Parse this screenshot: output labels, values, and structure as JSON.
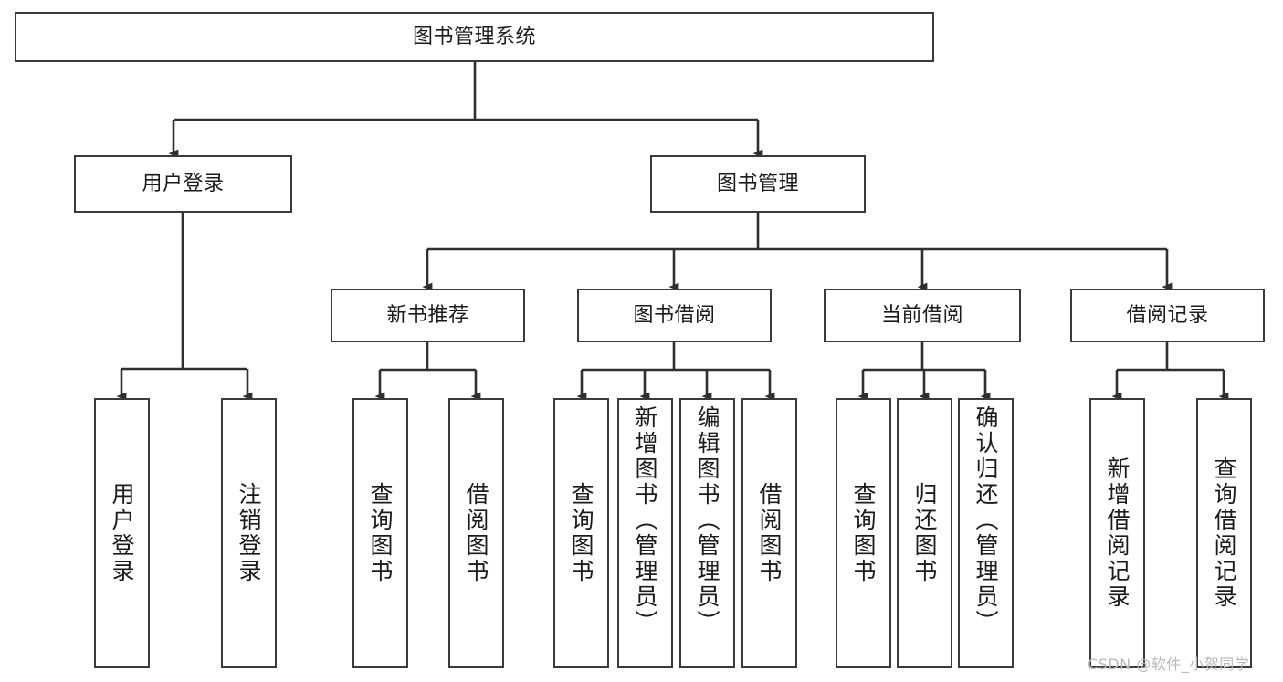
{
  "diagram": {
    "title": "图书管理系统",
    "type": "tree-hierarchy-chart",
    "line_color": "#3a3a3a",
    "box_fill": "#ffffff",
    "text_color": "#1b1b1b",
    "watermark": "CSDN @软件_小贺同学",
    "nodes": {
      "root": {
        "label": "图书管理系统"
      },
      "level2": [
        {
          "label": "用户登录"
        },
        {
          "label": "图书管理"
        }
      ],
      "level3": [
        {
          "label": "新书推荐"
        },
        {
          "label": "图书借阅"
        },
        {
          "label": "当前借阅"
        },
        {
          "label": "借阅记录"
        }
      ],
      "leaves": {
        "user_login": [
          {
            "label": "用户登录"
          },
          {
            "label": "注销登录"
          }
        ],
        "new_book": [
          {
            "label": "查询图书"
          },
          {
            "label": "借阅图书"
          }
        ],
        "borrow_book": [
          {
            "label": "查询图书"
          },
          {
            "label": "新增图书（管理员）"
          },
          {
            "label": "编辑图书（管理员）"
          },
          {
            "label": "借阅图书"
          }
        ],
        "current_borrow": [
          {
            "label": "查询图书"
          },
          {
            "label": "归还图书"
          },
          {
            "label": "确认归还（管理员）"
          }
        ],
        "borrow_record": [
          {
            "label": "新增借阅记录"
          },
          {
            "label": "查询借阅记录"
          }
        ]
      }
    }
  }
}
